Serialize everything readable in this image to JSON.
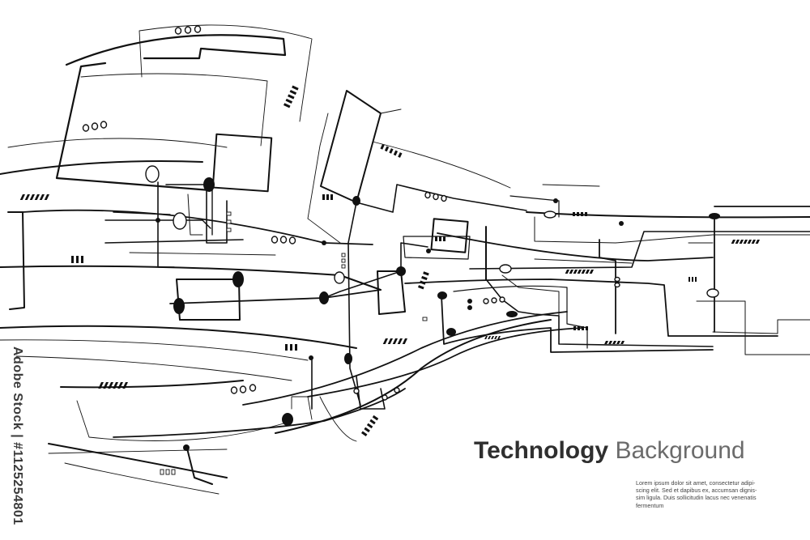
{
  "heading": {
    "word1": "Technology",
    "word2": "Background"
  },
  "body_lines": [
    "Lorem ipsum dolor sit amet, consectetur adipi-",
    "scing elit. Sed et dapibus ex, accumsan dignis-",
    "sim ligula. Duis sollicitudin lacus nec venenatis",
    "fermentum"
  ],
  "stock": {
    "brand": "Adobe Stock",
    "separator": " | ",
    "id": "#1125254801"
  },
  "colors": {
    "line": "#111111",
    "background": "#ffffff"
  }
}
